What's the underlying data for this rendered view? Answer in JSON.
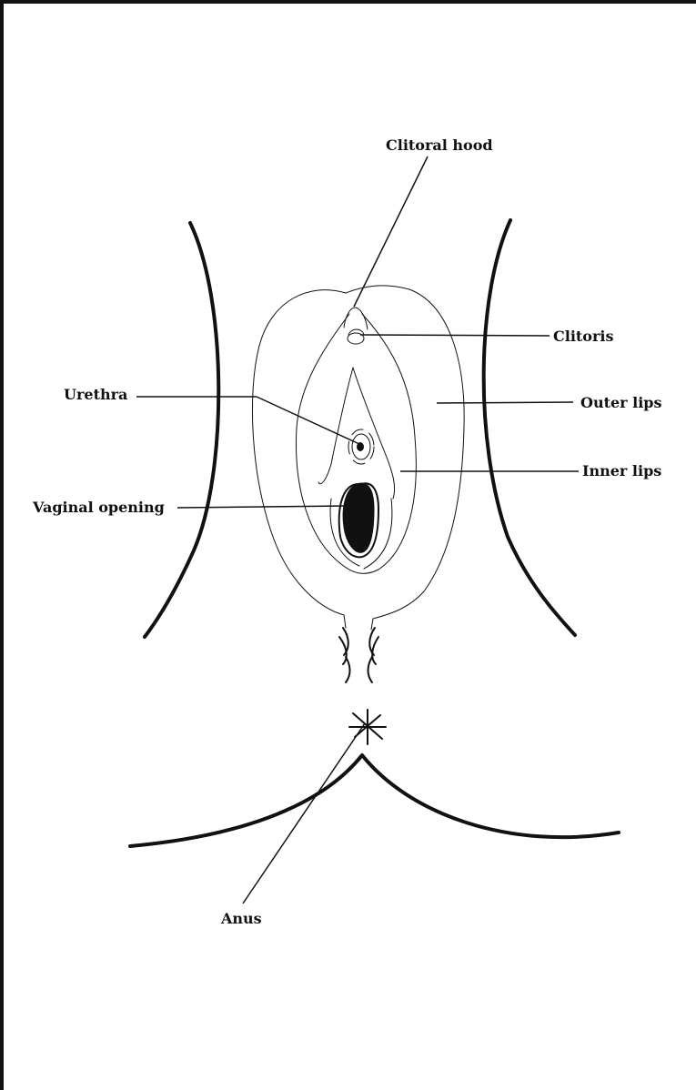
{
  "diagram": {
    "labels": {
      "clitoral_hood": "Clitoral hood",
      "clitoris": "Clitoris",
      "urethra": "Urethra",
      "outer_lips": "Outer lips",
      "inner_lips": "Inner lips",
      "vaginal_opening": "Vaginal opening",
      "anus": "Anus"
    }
  }
}
